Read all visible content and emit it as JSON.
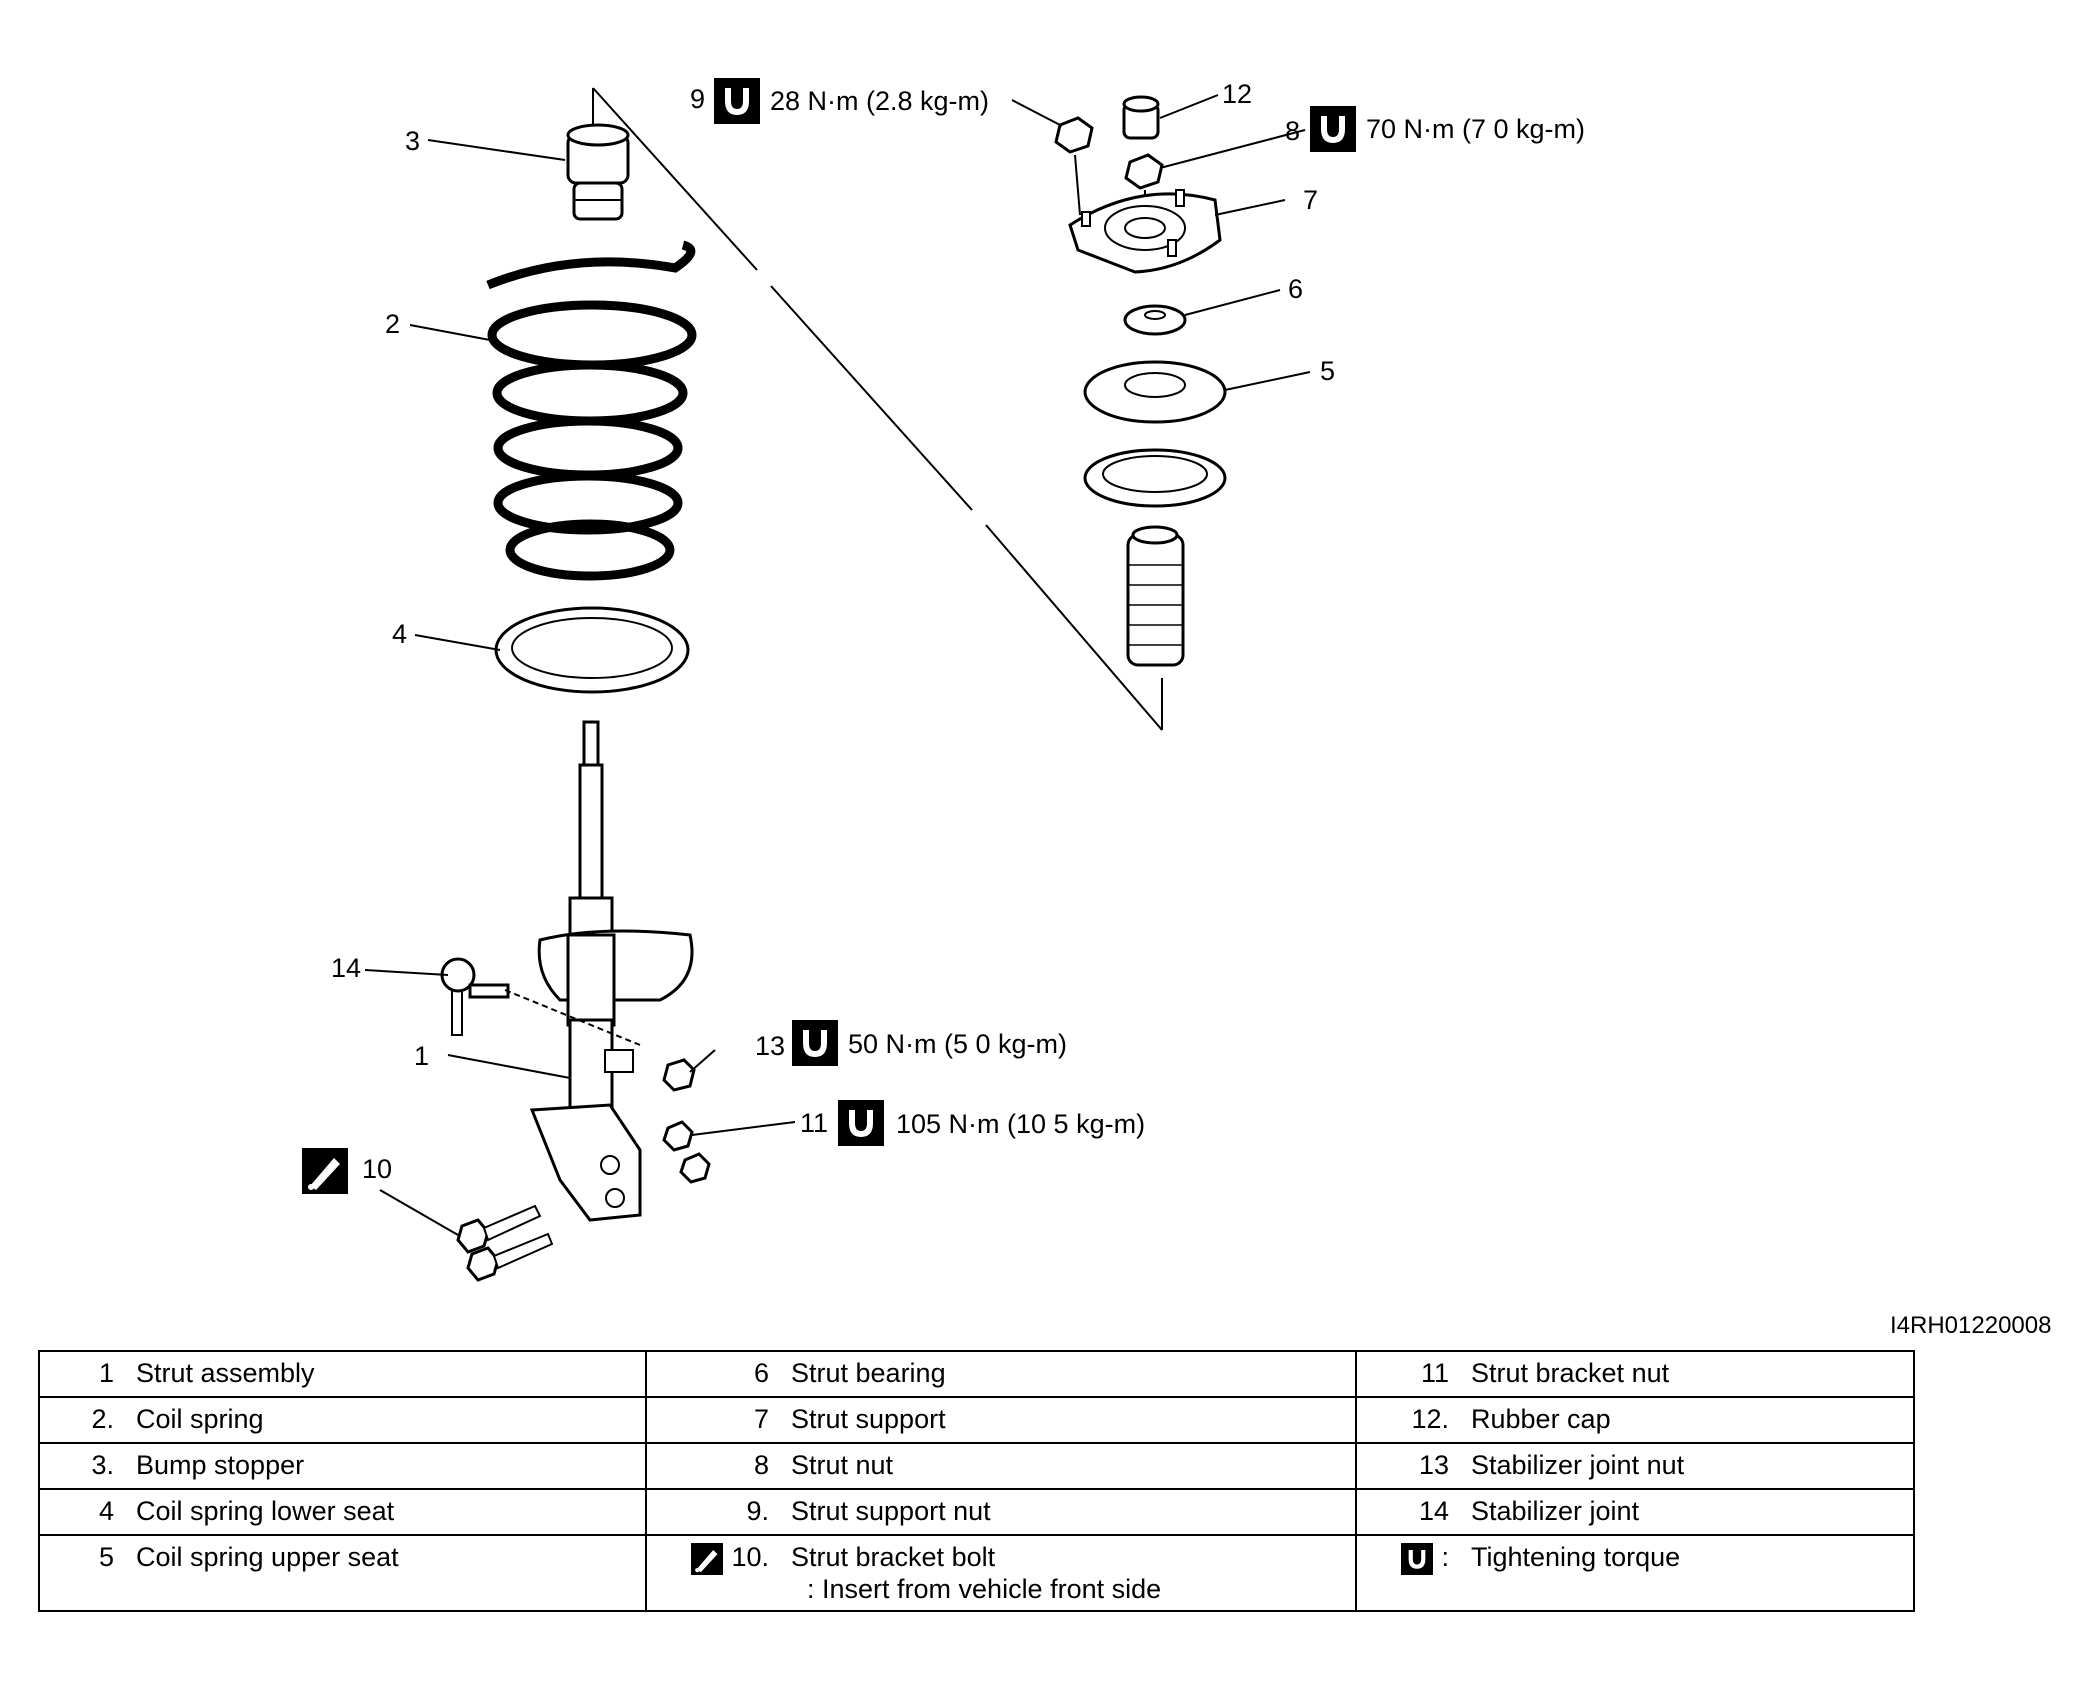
{
  "figure_id": "I4RH01220008",
  "callouts": {
    "c1": "1",
    "c2": "2",
    "c3": "3",
    "c4": "4",
    "c5": "5",
    "c6": "6",
    "c7": "7",
    "c8": "8",
    "c9": "9",
    "c10": "10",
    "c11": "11",
    "c12": "12",
    "c13": "13",
    "c14": "14"
  },
  "torques": {
    "t9": "28 N·m (2.8 kg-m)",
    "t8": "70 N·m (7 0 kg-m)",
    "t13": "50 N·m (5 0 kg-m)",
    "t11": "105 N·m (10 5 kg-m)"
  },
  "legend": {
    "col1": [
      {
        "num": "1",
        "label": "Strut assembly"
      },
      {
        "num": "2.",
        "label": "Coil spring"
      },
      {
        "num": "3.",
        "label": "Bump stopper"
      },
      {
        "num": "4",
        "label": "Coil spring lower seat"
      },
      {
        "num": "5",
        "label": "Coil spring upper seat"
      }
    ],
    "col2": [
      {
        "num": "6",
        "label": "Strut bearing"
      },
      {
        "num": "7",
        "label": "Strut support"
      },
      {
        "num": "8",
        "label": "Strut nut"
      },
      {
        "num": "9.",
        "label": "Strut support nut"
      },
      {
        "num": "10.",
        "label": "Strut bracket bolt",
        "note": ": Insert from vehicle front side"
      }
    ],
    "col3": [
      {
        "num": "11",
        "label": "Strut bracket nut"
      },
      {
        "num": "12.",
        "label": "Rubber cap"
      },
      {
        "num": "13",
        "label": "Stabilizer joint nut"
      },
      {
        "num": "14",
        "label": "Stabilizer joint"
      },
      {
        "num": ":",
        "label": "Tightening torque"
      }
    ]
  },
  "icons": [
    "torque-wrench-icon",
    "insert-direction-icon"
  ]
}
